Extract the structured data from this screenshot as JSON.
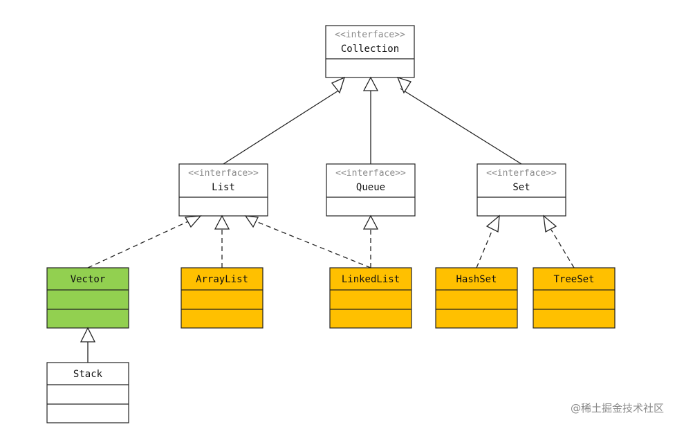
{
  "classes": {
    "collection": {
      "stereotype": "<<interface>>",
      "name": "Collection"
    },
    "list": {
      "stereotype": "<<interface>>",
      "name": "List"
    },
    "queue": {
      "stereotype": "<<interface>>",
      "name": "Queue"
    },
    "set": {
      "stereotype": "<<interface>>",
      "name": "Set"
    },
    "vector": {
      "name": "Vector",
      "fill": "#92d050"
    },
    "arraylist": {
      "name": "ArrayList",
      "fill": "#ffc000"
    },
    "linkedlist": {
      "name": "LinkedList",
      "fill": "#ffc000"
    },
    "hashset": {
      "name": "HashSet",
      "fill": "#ffc000"
    },
    "treeset": {
      "name": "TreeSet",
      "fill": "#ffc000"
    },
    "stack": {
      "name": "Stack",
      "fill": "#ffffff"
    }
  },
  "relations": [
    {
      "from": "list",
      "to": "collection",
      "kind": "extends"
    },
    {
      "from": "queue",
      "to": "collection",
      "kind": "extends"
    },
    {
      "from": "set",
      "to": "collection",
      "kind": "extends"
    },
    {
      "from": "vector",
      "to": "list",
      "kind": "implements"
    },
    {
      "from": "arraylist",
      "to": "list",
      "kind": "implements"
    },
    {
      "from": "linkedlist",
      "to": "list",
      "kind": "implements"
    },
    {
      "from": "linkedlist",
      "to": "queue",
      "kind": "implements"
    },
    {
      "from": "hashset",
      "to": "set",
      "kind": "implements"
    },
    {
      "from": "treeset",
      "to": "set",
      "kind": "implements"
    },
    {
      "from": "stack",
      "to": "vector",
      "kind": "extends"
    }
  ],
  "watermark": "@稀土掘金技术社区"
}
